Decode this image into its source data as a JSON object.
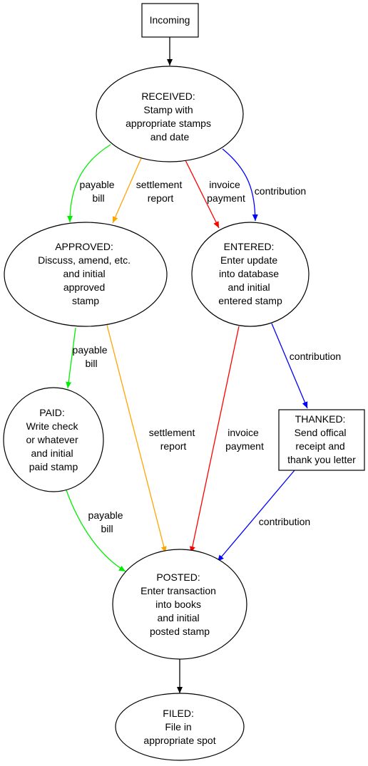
{
  "diagram": {
    "nodes": {
      "incoming": [
        "Incoming"
      ],
      "received": [
        "RECEIVED:",
        "Stamp with",
        "appropriate stamps",
        "and date"
      ],
      "approved": [
        "APPROVED:",
        "Discuss, amend, etc.",
        "and initial",
        "approved",
        "stamp"
      ],
      "entered": [
        "ENTERED:",
        "Enter update",
        "into database",
        "and initial",
        "entered stamp"
      ],
      "paid": [
        "PAID:",
        "Write check",
        "or whatever",
        "and initial",
        "paid stamp"
      ],
      "thanked": [
        "THANKED:",
        "Send offical",
        "receipt and",
        "thank you letter"
      ],
      "posted": [
        "POSTED:",
        "Enter transaction",
        "into books",
        "and initial",
        "posted stamp"
      ],
      "filed": [
        "FILED:",
        "File in",
        "appropriate spot"
      ]
    },
    "edge_labels": {
      "received_approved_payable": [
        "payable",
        "bill"
      ],
      "received_approved_settlement": [
        "settlement",
        "report"
      ],
      "received_entered_invoice": [
        "invoice",
        "payment"
      ],
      "received_entered_contribution": [
        "contribution"
      ],
      "approved_paid_payable": [
        "payable",
        "bill"
      ],
      "approved_posted_settlement": [
        "settlement",
        "report"
      ],
      "entered_posted_invoice": [
        "invoice",
        "payment"
      ],
      "entered_thanked_contribution": [
        "contribution"
      ],
      "paid_posted_payable": [
        "payable",
        "bill"
      ],
      "thanked_posted_contribution": [
        "contribution"
      ]
    },
    "colors": {
      "payable": "#00ee00",
      "settlement": "#ffa500",
      "invoice": "#ff0000",
      "contribution": "#0000ff",
      "default": "#000000"
    }
  }
}
